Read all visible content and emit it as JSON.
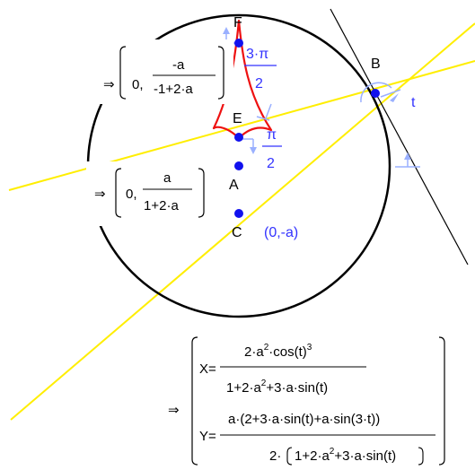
{
  "colors": {
    "circle": "#000000",
    "line": "#ffee00",
    "tangent": "#000000",
    "curve": "#ee1111",
    "point": "#1111ee",
    "label_blue": "#3333ff",
    "handle": "#9ab0ff"
  },
  "points": {
    "F": "F",
    "B": "B",
    "E": "E",
    "A": "A",
    "C": "C"
  },
  "labels": {
    "t": "t",
    "c_coord": "(0,-a)",
    "angle_top_num": "3·π",
    "angle_top_den": "2",
    "angle_mid_num": "π",
    "angle_mid_den": "2"
  },
  "expr": {
    "arrow": "⇒",
    "f_point": {
      "lead": "0,",
      "num": "-a",
      "den": "-1+2·a"
    },
    "e_point": {
      "lead": "0,",
      "num": "a",
      "den": "1+2·a"
    },
    "x_lhs": "X=",
    "x_num": {
      "a": "2·a",
      "exp1": "2",
      "b": "·cos(t)",
      "exp2": "3"
    },
    "x_den": {
      "a": "1+2·a",
      "exp": "2",
      "b": "+3·a·sin(t)"
    },
    "y_lhs": "Y=",
    "y_num": "a·(2+3·a·sin(t)+a·sin(3·t))",
    "y_den": {
      "a": "2·",
      "b": "1+2·a",
      "exp": "2",
      "c": "+3·a·sin(t)"
    }
  }
}
